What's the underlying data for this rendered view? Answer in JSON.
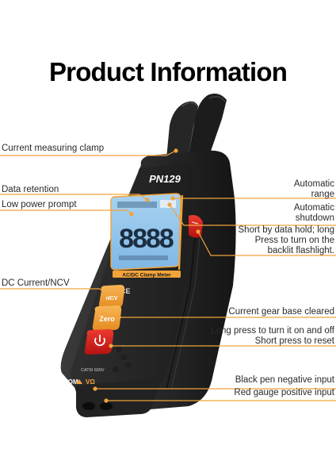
{
  "title": "Product Information",
  "device": {
    "model": "PN129",
    "display_digits": "8888",
    "mode_badge": "AC/DC Clamp Meter",
    "ce_mark": "CE",
    "rating": "CATIII 600V",
    "terminals": {
      "com": "COM",
      "v": "VΩ"
    },
    "buttons": {
      "ncv": "NCV",
      "zero": "Zero",
      "power": "power-icon"
    }
  },
  "callouts": {
    "clamp": "Current measuring clamp",
    "data_retention": "Data retention",
    "low_power": "Low power prompt",
    "auto_range_1": "Automatic",
    "auto_range_2": "range",
    "auto_shutdown_1": "Automatic",
    "auto_shutdown_2": "shutdown",
    "standby_1": "Short by data hold; long",
    "standby_2": "Press to turn on the",
    "standby_3": "backlit flashlight.",
    "dc_ncv": "DC Current/NCV",
    "gear_cleared": "Current gear base cleared",
    "power_1": "Long press to turn it on and off",
    "power_2": "Short press to reset",
    "black_pen": "Black pen negative input",
    "red_gauge": "Red gauge positive input"
  },
  "colors": {
    "accent": "#f2a33a",
    "body": "#2b2b2b",
    "screen": "#8ec3ec",
    "red": "#d92020"
  }
}
